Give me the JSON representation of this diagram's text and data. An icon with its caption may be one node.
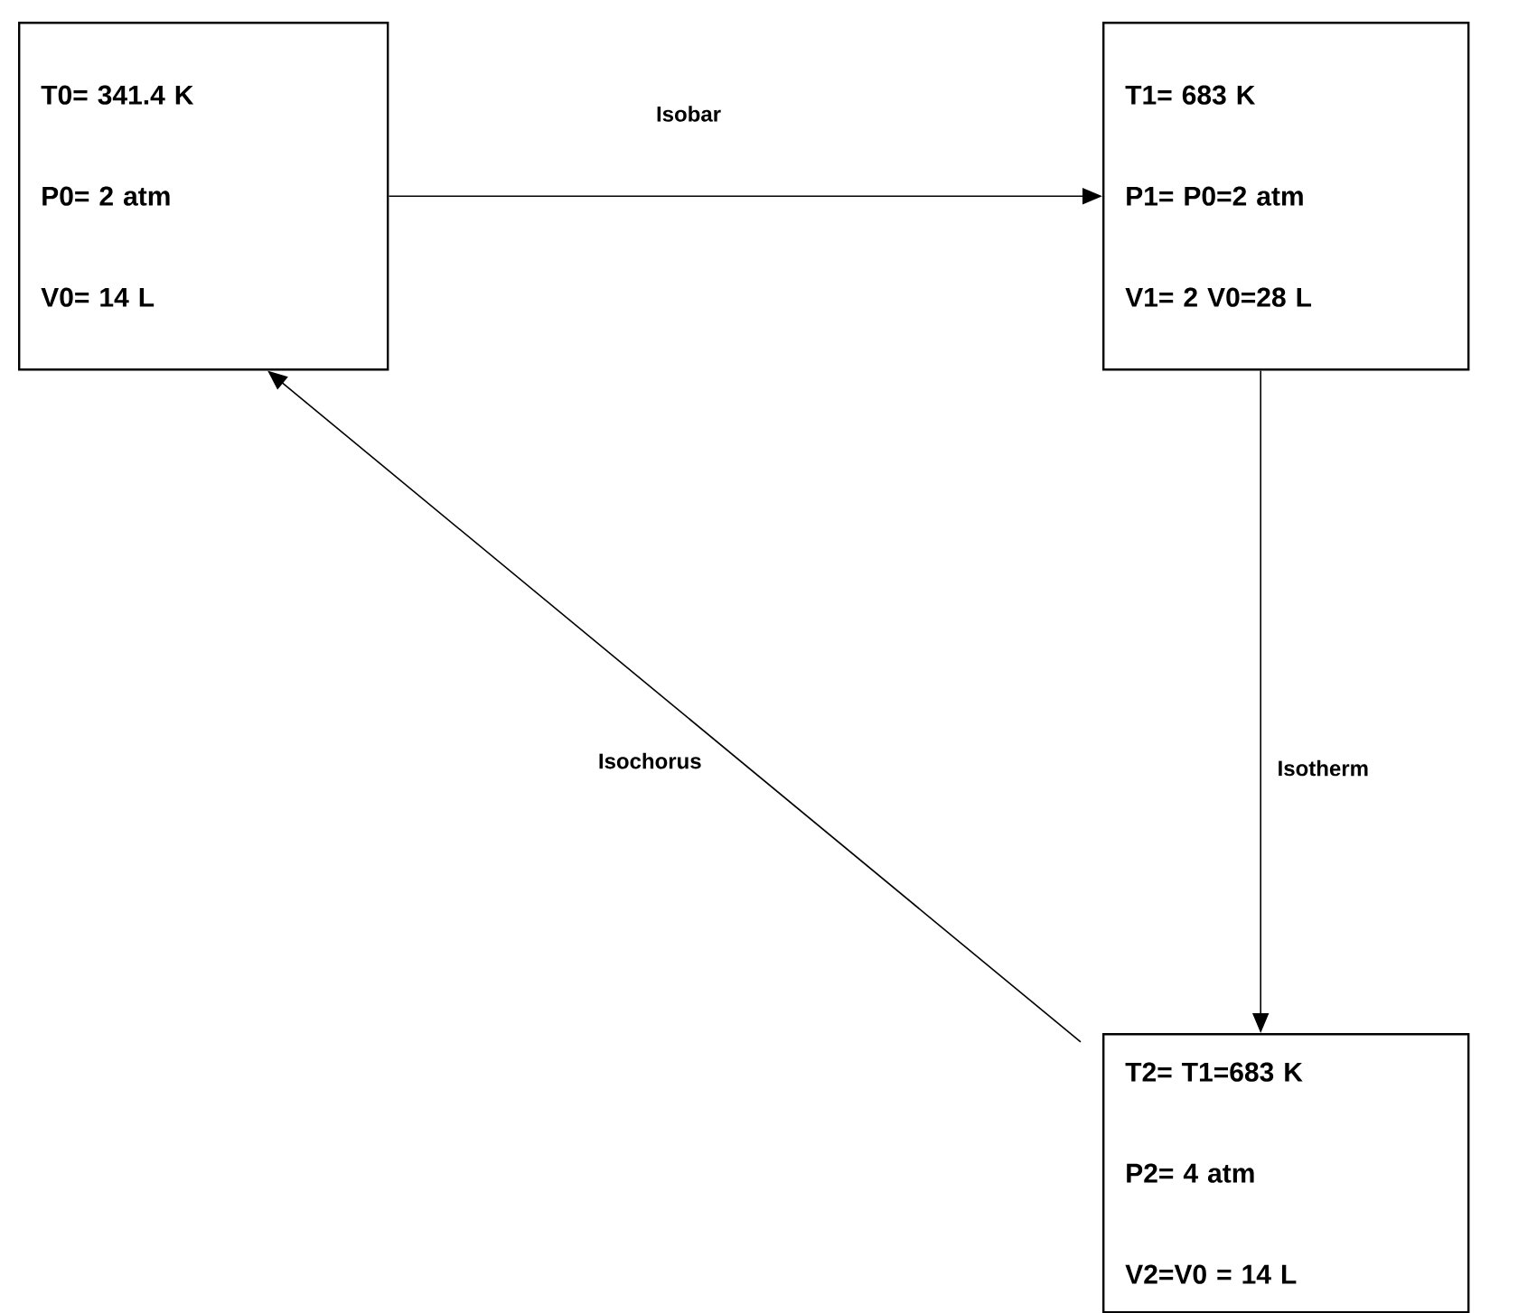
{
  "diagram": {
    "nodes": [
      {
        "text": [
          "T0= 341.4 K",
          "P0= 2 atm",
          "V0= 14 L"
        ]
      },
      {
        "text": [
          "T1= 683 K",
          "P1= P0=2 atm",
          "V1= 2 V0=28 L"
        ]
      },
      {
        "text": [
          "T2= T1=683 K",
          "P2= 4 atm",
          "V2=V0 = 14 L"
        ]
      }
    ],
    "edges": [
      {
        "from": 0,
        "to": 1,
        "arrow": "to",
        "label": "Isobar"
      },
      {
        "from": 1,
        "to": 2,
        "arrow": "to",
        "label": "Isotherm"
      },
      {
        "from": 2,
        "to": 0,
        "arrow": "to",
        "label": "Isochorus"
      }
    ]
  }
}
